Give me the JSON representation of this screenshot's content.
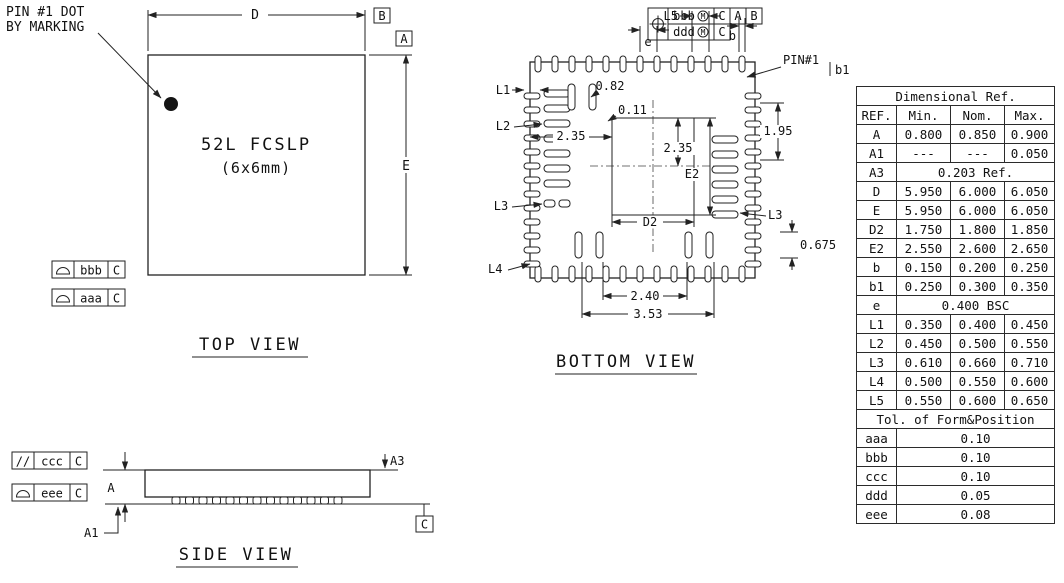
{
  "top_view": {
    "title": "TOP VIEW",
    "pin1_note_line1": "PIN #1 DOT",
    "pin1_note_line2": "BY MARKING",
    "part_line1": "52L FCSLP",
    "part_line2": "(6x6mm)",
    "dim_d": "D",
    "dim_e": "E",
    "datum_a": "A",
    "datum_b": "B",
    "fcf1": {
      "symbol_icon": "profile-of-surface",
      "tolerance": "bbb",
      "datum": "C"
    },
    "fcf2": {
      "symbol_icon": "profile-of-surface",
      "tolerance": "aaa",
      "datum": "C"
    }
  },
  "bottom_view": {
    "title": "BOTTOM VIEW",
    "pin1": "PIN#1",
    "fcf": {
      "symbol_icon": "position",
      "row1": {
        "tolerance": "bbb",
        "modifier": "M",
        "datums": [
          "C",
          "A",
          "B"
        ]
      },
      "row2": {
        "tolerance": "ddd",
        "modifier": "M",
        "datums": [
          "C"
        ]
      }
    },
    "labels": {
      "l5": "L5",
      "b": "b",
      "e": "e",
      "b1": "b1",
      "l1": "L1",
      "l2": "L2",
      "l3_left": "L3",
      "l3_right": "L3",
      "l4": "L4",
      "dim_082": "0.82",
      "dim_011": "0.11",
      "dim_235_h": "2.35",
      "dim_235_v": "2.35",
      "dim_195": "1.95",
      "e2": "E2",
      "d2": "D2",
      "dim_0675": "0.675",
      "dim_240": "2.40",
      "dim_353": "3.53"
    }
  },
  "side_view": {
    "title": "SIDE VIEW",
    "fcf1": {
      "symbol": "//",
      "symbol_icon": "parallelism",
      "tolerance": "ccc",
      "datum": "C"
    },
    "fcf2": {
      "symbol_icon": "profile-of-surface",
      "tolerance": "eee",
      "datum": "C"
    },
    "dim_a": "A",
    "dim_a1": "A1",
    "dim_a3": "A3",
    "datum_c": "C"
  },
  "dim_table": {
    "title": "Dimensional Ref.",
    "headers": [
      "REF.",
      "Min.",
      "Nom.",
      "Max."
    ],
    "rows": [
      {
        "ref": "A",
        "min": "0.800",
        "nom": "0.850",
        "max": "0.900"
      },
      {
        "ref": "A1",
        "min": "---",
        "nom": "---",
        "max": "0.050"
      },
      {
        "ref": "A3",
        "span": "0.203 Ref."
      },
      {
        "ref": "D",
        "min": "5.950",
        "nom": "6.000",
        "max": "6.050"
      },
      {
        "ref": "E",
        "min": "5.950",
        "nom": "6.000",
        "max": "6.050"
      },
      {
        "ref": "D2",
        "min": "1.750",
        "nom": "1.800",
        "max": "1.850"
      },
      {
        "ref": "E2",
        "min": "2.550",
        "nom": "2.600",
        "max": "2.650"
      },
      {
        "ref": "b",
        "min": "0.150",
        "nom": "0.200",
        "max": "0.250"
      },
      {
        "ref": "b1",
        "min": "0.250",
        "nom": "0.300",
        "max": "0.350"
      },
      {
        "ref": "e",
        "span": "0.400 BSC"
      },
      {
        "ref": "L1",
        "min": "0.350",
        "nom": "0.400",
        "max": "0.450"
      },
      {
        "ref": "L2",
        "min": "0.450",
        "nom": "0.500",
        "max": "0.550"
      },
      {
        "ref": "L3",
        "min": "0.610",
        "nom": "0.660",
        "max": "0.710"
      },
      {
        "ref": "L4",
        "min": "0.500",
        "nom": "0.550",
        "max": "0.600"
      },
      {
        "ref": "L5",
        "min": "0.550",
        "nom": "0.600",
        "max": "0.650"
      }
    ],
    "tol_title": "Tol. of Form&Position",
    "tol_rows": [
      {
        "ref": "aaa",
        "val": "0.10"
      },
      {
        "ref": "bbb",
        "val": "0.10"
      },
      {
        "ref": "ccc",
        "val": "0.10"
      },
      {
        "ref": "ddd",
        "val": "0.05"
      },
      {
        "ref": "eee",
        "val": "0.08"
      }
    ]
  }
}
